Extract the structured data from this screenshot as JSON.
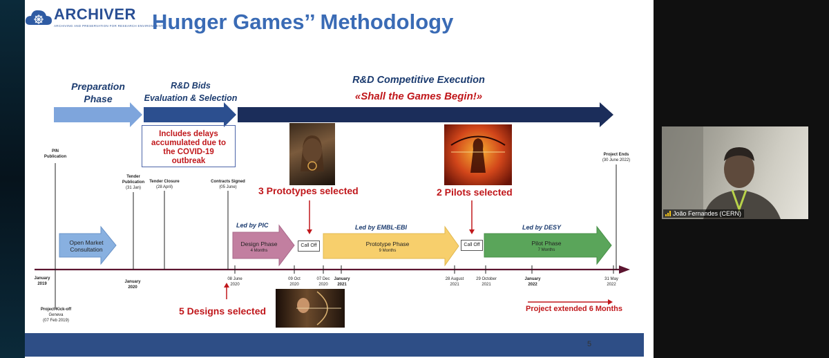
{
  "slide": {
    "logo_text": "ARCHIVER",
    "logo_subtitle": "ARCHIVING AND PRESERVATION FOR RESEARCH ENVIRONMENTS",
    "title": "Hunger Games’’ Methodology",
    "page_number": "5",
    "phases_top": {
      "prep": [
        "Preparation",
        "Phase"
      ],
      "bids": [
        "R&D Bids",
        "Evaluation & Selection"
      ],
      "exec_title": "R&D Competitive Execution",
      "exec_subtitle": "«Shall the Games Begin!»"
    },
    "covid_note": [
      "Includes delays",
      "accumulated due to",
      "the COVID-19",
      "outbreak"
    ],
    "milestones": {
      "pin": [
        "PIN",
        "Publication"
      ],
      "tender_pub": [
        "Tender",
        "Publication",
        "(31 Jan)"
      ],
      "tender_closure": [
        "Tender Closure",
        "(28 April)"
      ],
      "contracts": [
        "Contracts Signed",
        "(05 June)"
      ],
      "project_ends": [
        "Project Ends",
        "(30 June 2022)"
      ],
      "kickoff": [
        "Project Kick-off",
        "Geneva",
        "(07 Feb 2019)"
      ]
    },
    "leads": {
      "pic": "Led by PIC",
      "embl": "Led by EMBL-EBI",
      "desy": "Led by DESY"
    },
    "phases": {
      "omc": [
        "Open Market",
        "Consultation"
      ],
      "design": [
        "Design Phase",
        "4 Months"
      ],
      "prototype": [
        "Prototype Phase",
        "9 Months"
      ],
      "pilot": [
        "Pilot Phase",
        "7 Months"
      ],
      "calloff": "Call Off"
    },
    "selections": {
      "prototypes": "3 Prototypes selected",
      "pilots": "2 Pilots selected",
      "designs": "5 Designs selected",
      "extended": "Project extended 6 Months"
    },
    "timeline": {
      "jan2019": [
        "January",
        "2019"
      ],
      "jan2020": [
        "January",
        "2020"
      ],
      "jun2020": [
        "08 June",
        "2020"
      ],
      "oct2020": [
        "09 Oct",
        "2020"
      ],
      "dec2020": [
        "07 Dec",
        "2020"
      ],
      "jan2021": [
        "January",
        "2021"
      ],
      "aug2021": [
        "28 August",
        "2021"
      ],
      "oct2021": [
        "29 October",
        "2021"
      ],
      "jan2022": [
        "January",
        "2022"
      ],
      "may2022": [
        "31 May",
        "2022"
      ]
    }
  },
  "participant": {
    "name": "João Fernandes (CERN)",
    "icon": "signal-bars-icon"
  },
  "colors": {
    "title_blue": "#3a6bb5",
    "dark_navy": "#1b2d5a",
    "red": "#c0171b",
    "timeline": "#5c1530",
    "design_pink": "#c27fa0",
    "prototype_yellow": "#f7cf6c",
    "pilot_green": "#5aa55a",
    "omc_blue": "#88b0e0",
    "footer_blue": "#2e4e86"
  }
}
